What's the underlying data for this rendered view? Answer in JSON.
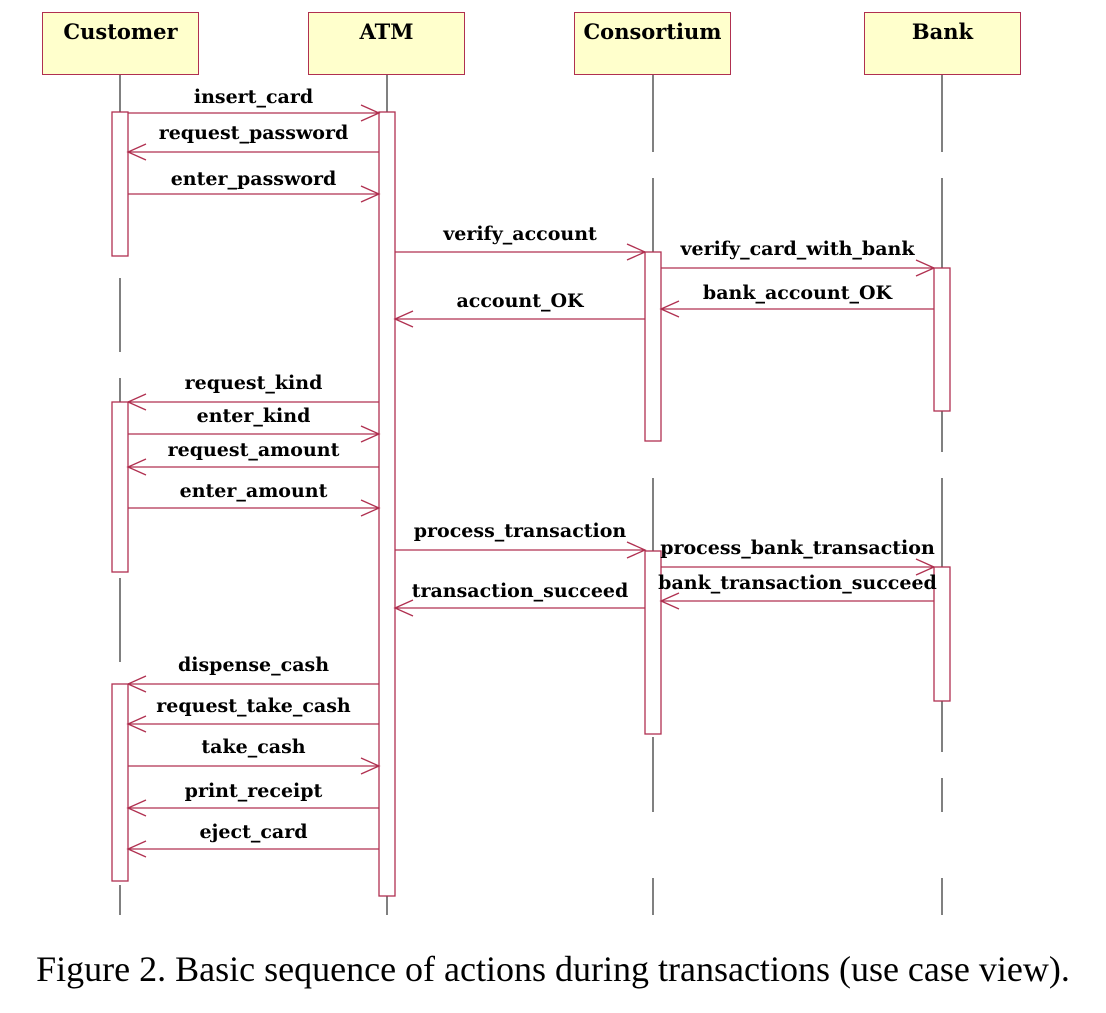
{
  "diagram": {
    "type": "sequence",
    "actors": [
      {
        "id": "customer",
        "name": "Customer"
      },
      {
        "id": "atm",
        "name": "ATM"
      },
      {
        "id": "consortium",
        "name": "Consortium"
      },
      {
        "id": "bank",
        "name": "Bank"
      }
    ],
    "messages": [
      {
        "from": "customer",
        "to": "atm",
        "label": "insert_card"
      },
      {
        "from": "atm",
        "to": "customer",
        "label": "request_password"
      },
      {
        "from": "customer",
        "to": "atm",
        "label": "enter_password"
      },
      {
        "from": "atm",
        "to": "consortium",
        "label": "verify_account"
      },
      {
        "from": "consortium",
        "to": "bank",
        "label": "verify_card_with_bank"
      },
      {
        "from": "bank",
        "to": "consortium",
        "label": "bank_account_OK"
      },
      {
        "from": "consortium",
        "to": "atm",
        "label": "account_OK"
      },
      {
        "from": "atm",
        "to": "customer",
        "label": "request_kind"
      },
      {
        "from": "customer",
        "to": "atm",
        "label": "enter_kind"
      },
      {
        "from": "atm",
        "to": "customer",
        "label": "request_amount"
      },
      {
        "from": "customer",
        "to": "atm",
        "label": "enter_amount"
      },
      {
        "from": "atm",
        "to": "consortium",
        "label": "process_transaction"
      },
      {
        "from": "consortium",
        "to": "bank",
        "label": "process_bank_transaction"
      },
      {
        "from": "bank",
        "to": "consortium",
        "label": "bank_transaction_succeed"
      },
      {
        "from": "consortium",
        "to": "atm",
        "label": "transaction_succeed"
      },
      {
        "from": "atm",
        "to": "customer",
        "label": "dispense_cash"
      },
      {
        "from": "atm",
        "to": "customer",
        "label": "request_take_cash"
      },
      {
        "from": "customer",
        "to": "atm",
        "label": "take_cash"
      },
      {
        "from": "atm",
        "to": "customer",
        "label": "print_receipt"
      },
      {
        "from": "atm",
        "to": "customer",
        "label": "eject_card"
      }
    ]
  },
  "caption": "Figure 2. Basic sequence of actions during transactions (use case view).",
  "colors": {
    "line": "#b03050",
    "box_fill": "#ffffcc",
    "text": "#000000"
  }
}
